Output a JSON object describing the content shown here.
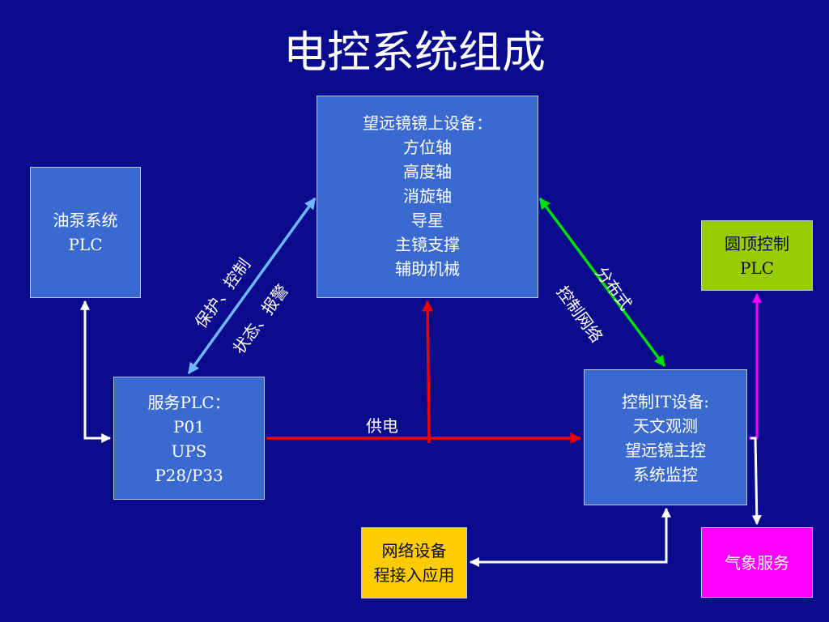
{
  "title": "电控系统组成",
  "nodes": {
    "telescope": {
      "lines": [
        "望远镜镜上设备：",
        "方位轴",
        "高度轴",
        "消旋轴",
        "导星",
        "主镜支撑",
        "辅助机械"
      ]
    },
    "oil_pump": {
      "lines": [
        "油泵系统",
        "PLC"
      ]
    },
    "dome": {
      "lines": [
        "圆顶控制",
        "PLC"
      ]
    },
    "service_plc": {
      "lines": [
        "服务PLC：",
        "P01",
        "UPS",
        "P28/P33"
      ]
    },
    "control_it": {
      "lines": [
        "控制IT设备:",
        "天文观测",
        "望远镜主控",
        "系统监控"
      ]
    },
    "network": {
      "lines": [
        "网络设备",
        "程接入应用"
      ]
    },
    "weather": {
      "lines": [
        "气象服务"
      ]
    }
  },
  "edge_labels": {
    "protect_control": "保护、控制",
    "status_alarm": "状态、报警",
    "distributed": "分布式",
    "control_network": "控制网络",
    "power_supply": "供电"
  },
  "colors": {
    "background": "#0a0a8c",
    "box_blue": "#3a6ad0",
    "box_green": "#99cc00",
    "box_magenta": "#ff00ff",
    "box_yellow": "#ffcc00",
    "arrow_lightblue": "#6fb7ff",
    "arrow_green": "#00e000",
    "arrow_red": "#ee0000",
    "arrow_magenta": "#ff00ff",
    "arrow_white": "#ffffff"
  }
}
